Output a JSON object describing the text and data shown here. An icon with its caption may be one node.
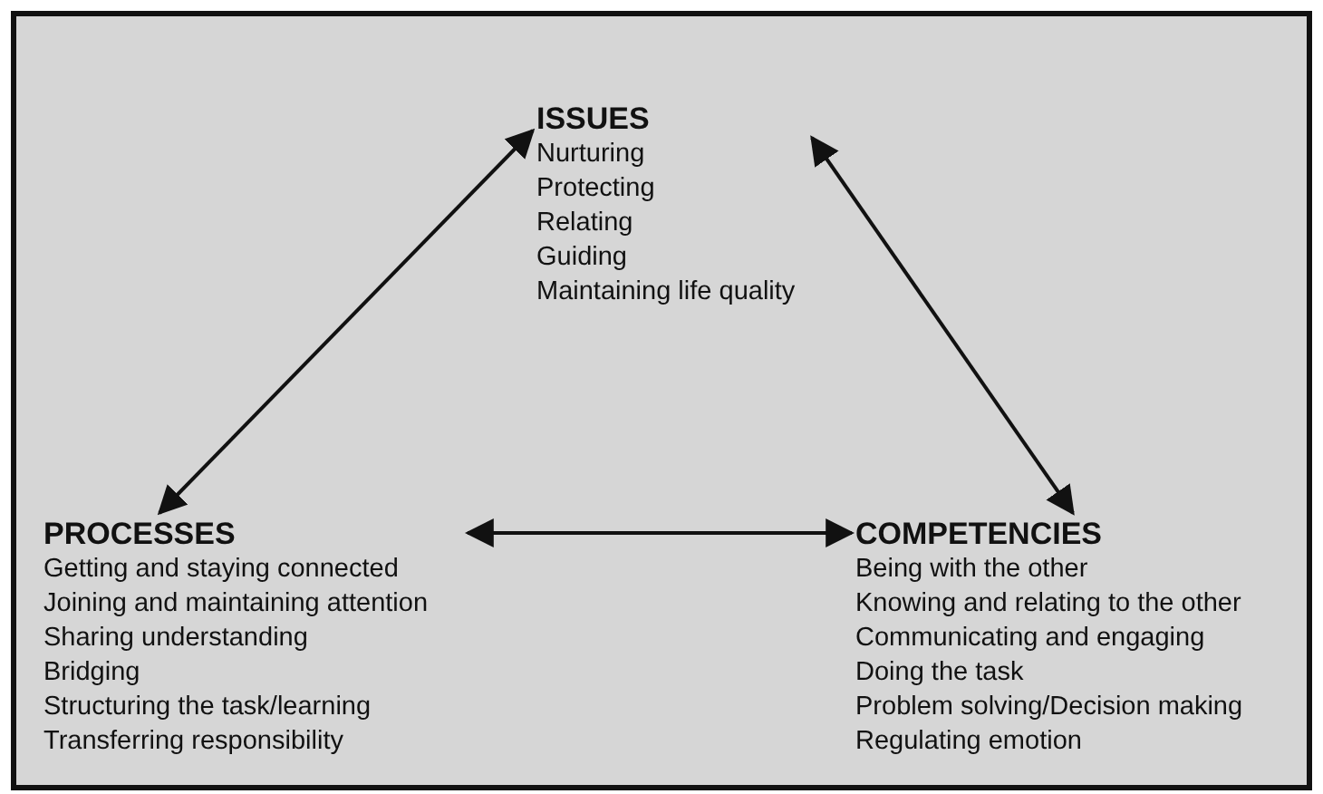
{
  "diagram": {
    "nodes": [
      {
        "text": [
          "ISSUES",
          "Nurturing",
          "Protecting",
          "Relating",
          "Guiding",
          "Maintaining life quality"
        ]
      },
      {
        "text": [
          "PROCESSES",
          "Getting and staying connected",
          "Joining and maintaining attention",
          "Sharing understanding",
          "Bridging",
          "Structuring the task/learning",
          "Transferring responsibility"
        ]
      },
      {
        "text": [
          "COMPETENCIES",
          "Being with the other",
          "Knowing and relating to the other",
          "Communicating and engaging",
          "Doing the task",
          "Problem solving/Decision making",
          "Regulating emotion"
        ]
      }
    ],
    "edges": [
      {
        "from": 0,
        "to": 1,
        "arrow": "both"
      },
      {
        "from": 0,
        "to": 2,
        "arrow": "both"
      },
      {
        "from": 1,
        "to": 2,
        "arrow": "both"
      }
    ]
  }
}
